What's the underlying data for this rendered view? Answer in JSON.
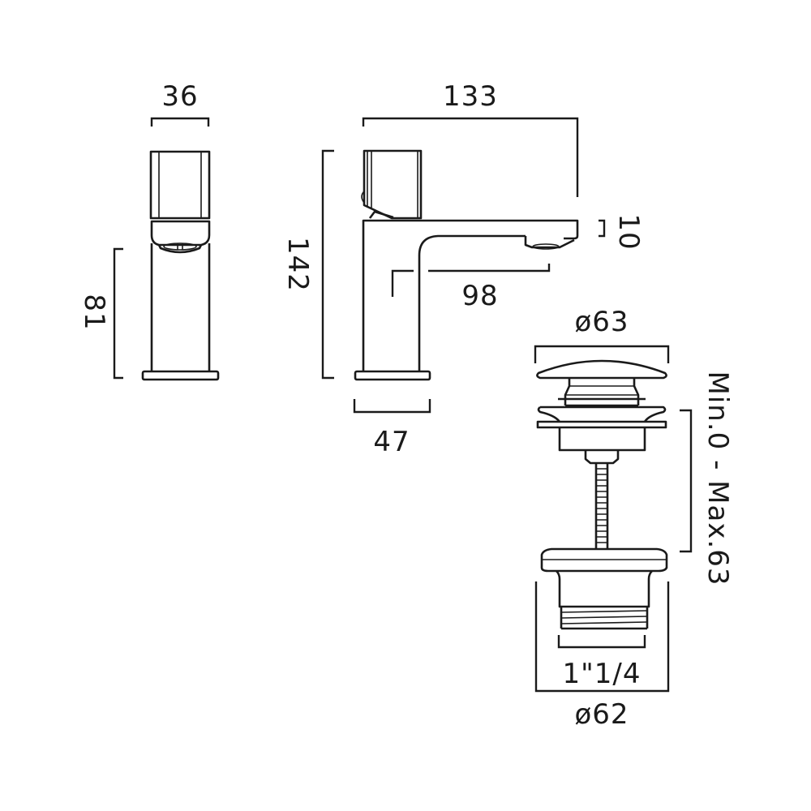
{
  "diagram": {
    "type": "technical dimension drawing",
    "subject": "basin mixer tap and click-clack waste",
    "colors": {
      "line": "#1a1a1a",
      "background": "#ffffff"
    },
    "front_view": {
      "width_label": "36",
      "spout_height_label": "81"
    },
    "side_view": {
      "projection_label": "133",
      "total_height_label": "142",
      "spout_outlet_label": "10",
      "spout_reach_label": "98",
      "base_width_label": "47"
    },
    "waste": {
      "cap_diameter_label": "ø63",
      "adjust_range_label": "Min.0 - Max.63",
      "thread_label": "1\"1/4",
      "body_diameter_label": "ø62"
    }
  }
}
